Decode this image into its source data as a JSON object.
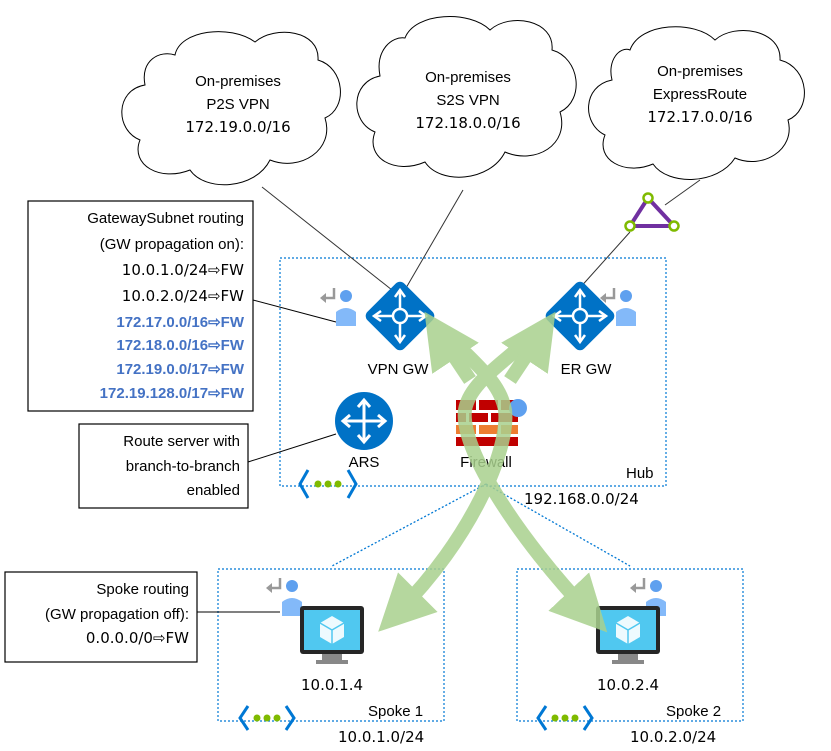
{
  "clouds": [
    {
      "line1": "On-premises",
      "line2": "P2S VPN",
      "line3": "172.19.0.0/16"
    },
    {
      "line1": "On-premises",
      "line2": "S2S VPN",
      "line3": "172.18.0.0/16"
    },
    {
      "line1": "On-premises",
      "line2": "ExpressRoute",
      "line3": "172.17.0.0/16"
    }
  ],
  "gateway_box": {
    "title1": "GatewaySubnet routing",
    "title2": "(GW propagation on):",
    "routes": [
      {
        "text": "10.0.1.0/24⇨FW",
        "highlight": false
      },
      {
        "text": "10.0.2.0/24⇨FW",
        "highlight": false
      },
      {
        "text": "172.17.0.0/16⇨FW",
        "highlight": true
      },
      {
        "text": "172.18.0.0/16⇨FW",
        "highlight": true
      },
      {
        "text": "172.19.0.0/17⇨FW",
        "highlight": true
      },
      {
        "text": "172.19.128.0/17⇨FW",
        "highlight": true
      }
    ]
  },
  "ars_box": {
    "line1": "Route server with",
    "line2": "branch-to-branch",
    "line3": "enabled"
  },
  "spoke_box": {
    "line1": "Spoke routing",
    "line2": "(GW propagation off):",
    "line3": "0.0.0.0/0⇨FW"
  },
  "hub": {
    "name": "Hub",
    "cidr": "192.168.0.0/24"
  },
  "nodes": {
    "vpn_gw": "VPN GW",
    "er_gw": "ER GW",
    "ars": "ARS",
    "firewall": "Firewall"
  },
  "spokes": [
    {
      "name": "Spoke 1",
      "cidr": "10.0.1.0/24",
      "vm_ip": "10.0.1.4"
    },
    {
      "name": "Spoke 2",
      "cidr": "10.0.2.0/24",
      "vm_ip": "10.0.2.4"
    }
  ],
  "colors": {
    "vnet_border": "#0078d4",
    "flow_arrow": "#a9d18e",
    "highlight_text": "#4472c4",
    "gateway_icon": "#0072c6",
    "er_circuit": "#7030a0"
  }
}
